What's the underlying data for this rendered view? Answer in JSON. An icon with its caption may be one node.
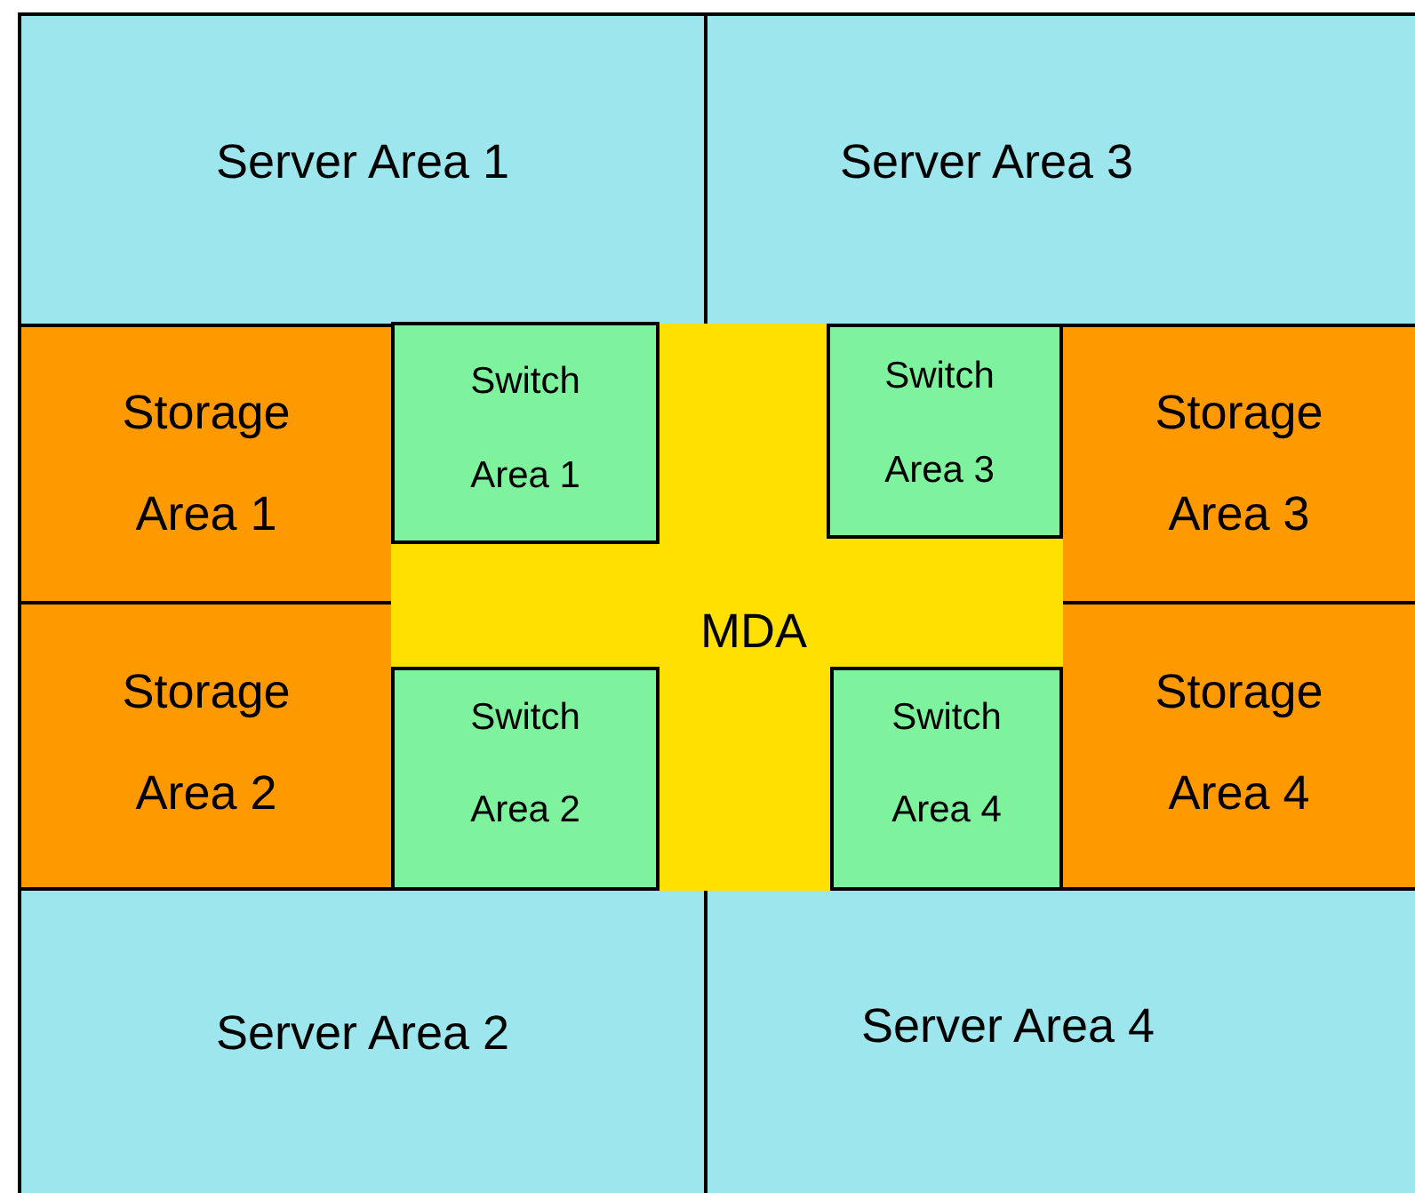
{
  "diagram": {
    "nodes": [
      {
        "text": [
          "Server Area 1"
        ]
      },
      {
        "text": [
          "Server Area 3"
        ]
      },
      {
        "text": [
          "Storage Area 1"
        ]
      },
      {
        "text": [
          "Storage Area 3"
        ]
      },
      {
        "text": [
          "MDA"
        ]
      },
      {
        "text": [
          "Switch Area 1"
        ],
        "in": 4
      },
      {
        "text": [
          "Switch Area 3"
        ],
        "in": 4
      },
      {
        "text": [
          "Switch Area 2"
        ],
        "in": 4
      },
      {
        "text": [
          "Switch Area 4"
        ],
        "in": 4
      },
      {
        "text": [
          "Storage Area 2"
        ]
      },
      {
        "text": [
          "Storage Area 4"
        ]
      },
      {
        "text": [
          "Server Area 2"
        ]
      },
      {
        "text": [
          "Server Area 4"
        ]
      }
    ]
  }
}
